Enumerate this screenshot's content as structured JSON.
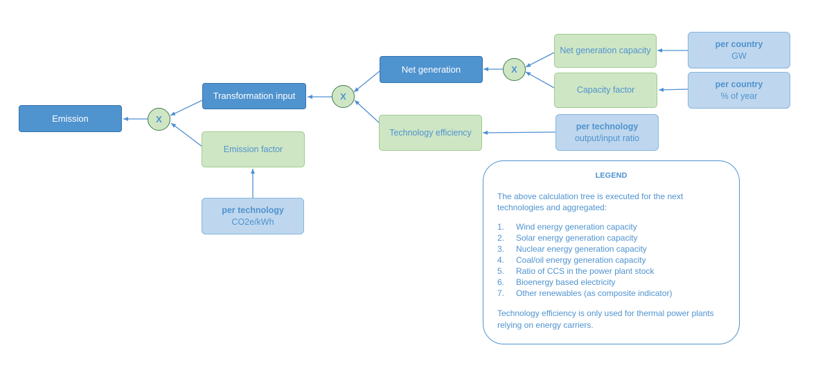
{
  "nodes": {
    "emission": {
      "label": "Emission"
    },
    "transformation_input": {
      "label": "Transformation input"
    },
    "net_generation": {
      "label": "Net generation"
    },
    "net_generation_capacity": {
      "label": "Net generation capacity"
    },
    "capacity_factor": {
      "label": "Capacity factor"
    },
    "technology_efficiency": {
      "label": "Technology efficiency"
    },
    "emission_factor": {
      "label": "Emission factor"
    },
    "capacity_source": {
      "title": "per country",
      "unit": "GW"
    },
    "capacity_factor_source": {
      "title": "per country",
      "unit": "% of year"
    },
    "efficiency_source": {
      "title": "per technology",
      "unit": "output/input ratio"
    },
    "emission_factor_source": {
      "title": "per technology",
      "unit": "CO2e/kWh"
    }
  },
  "operators": {
    "multiply": "X"
  },
  "legend": {
    "title": "LEGEND",
    "intro": "The above calculation tree is executed for the next technologies and aggregated:",
    "items": [
      {
        "num": "1.",
        "text": "Wind energy generation capacity"
      },
      {
        "num": "2.",
        "text": "Solar energy generation capacity"
      },
      {
        "num": "3.",
        "text": "Nuclear energy generation capacity"
      },
      {
        "num": "4.",
        "text": "Coal/oil energy generation capacity"
      },
      {
        "num": "5.",
        "text": "Ratio of CCS in the power plant stock"
      },
      {
        "num": "6.",
        "text": "Bioenergy based electricity"
      },
      {
        "num": "7.",
        "text": "Other renewables (as composite indicator)"
      }
    ],
    "note": "Technology efficiency is only used for thermal power plants relying on energy carriers."
  },
  "colors": {
    "dark_fill": "#4f93cf",
    "green_fill": "#cfe6c4",
    "blue_fill": "#bed7ee",
    "text_accent": "#4f93cf",
    "arrow": "#4f8fcf"
  }
}
